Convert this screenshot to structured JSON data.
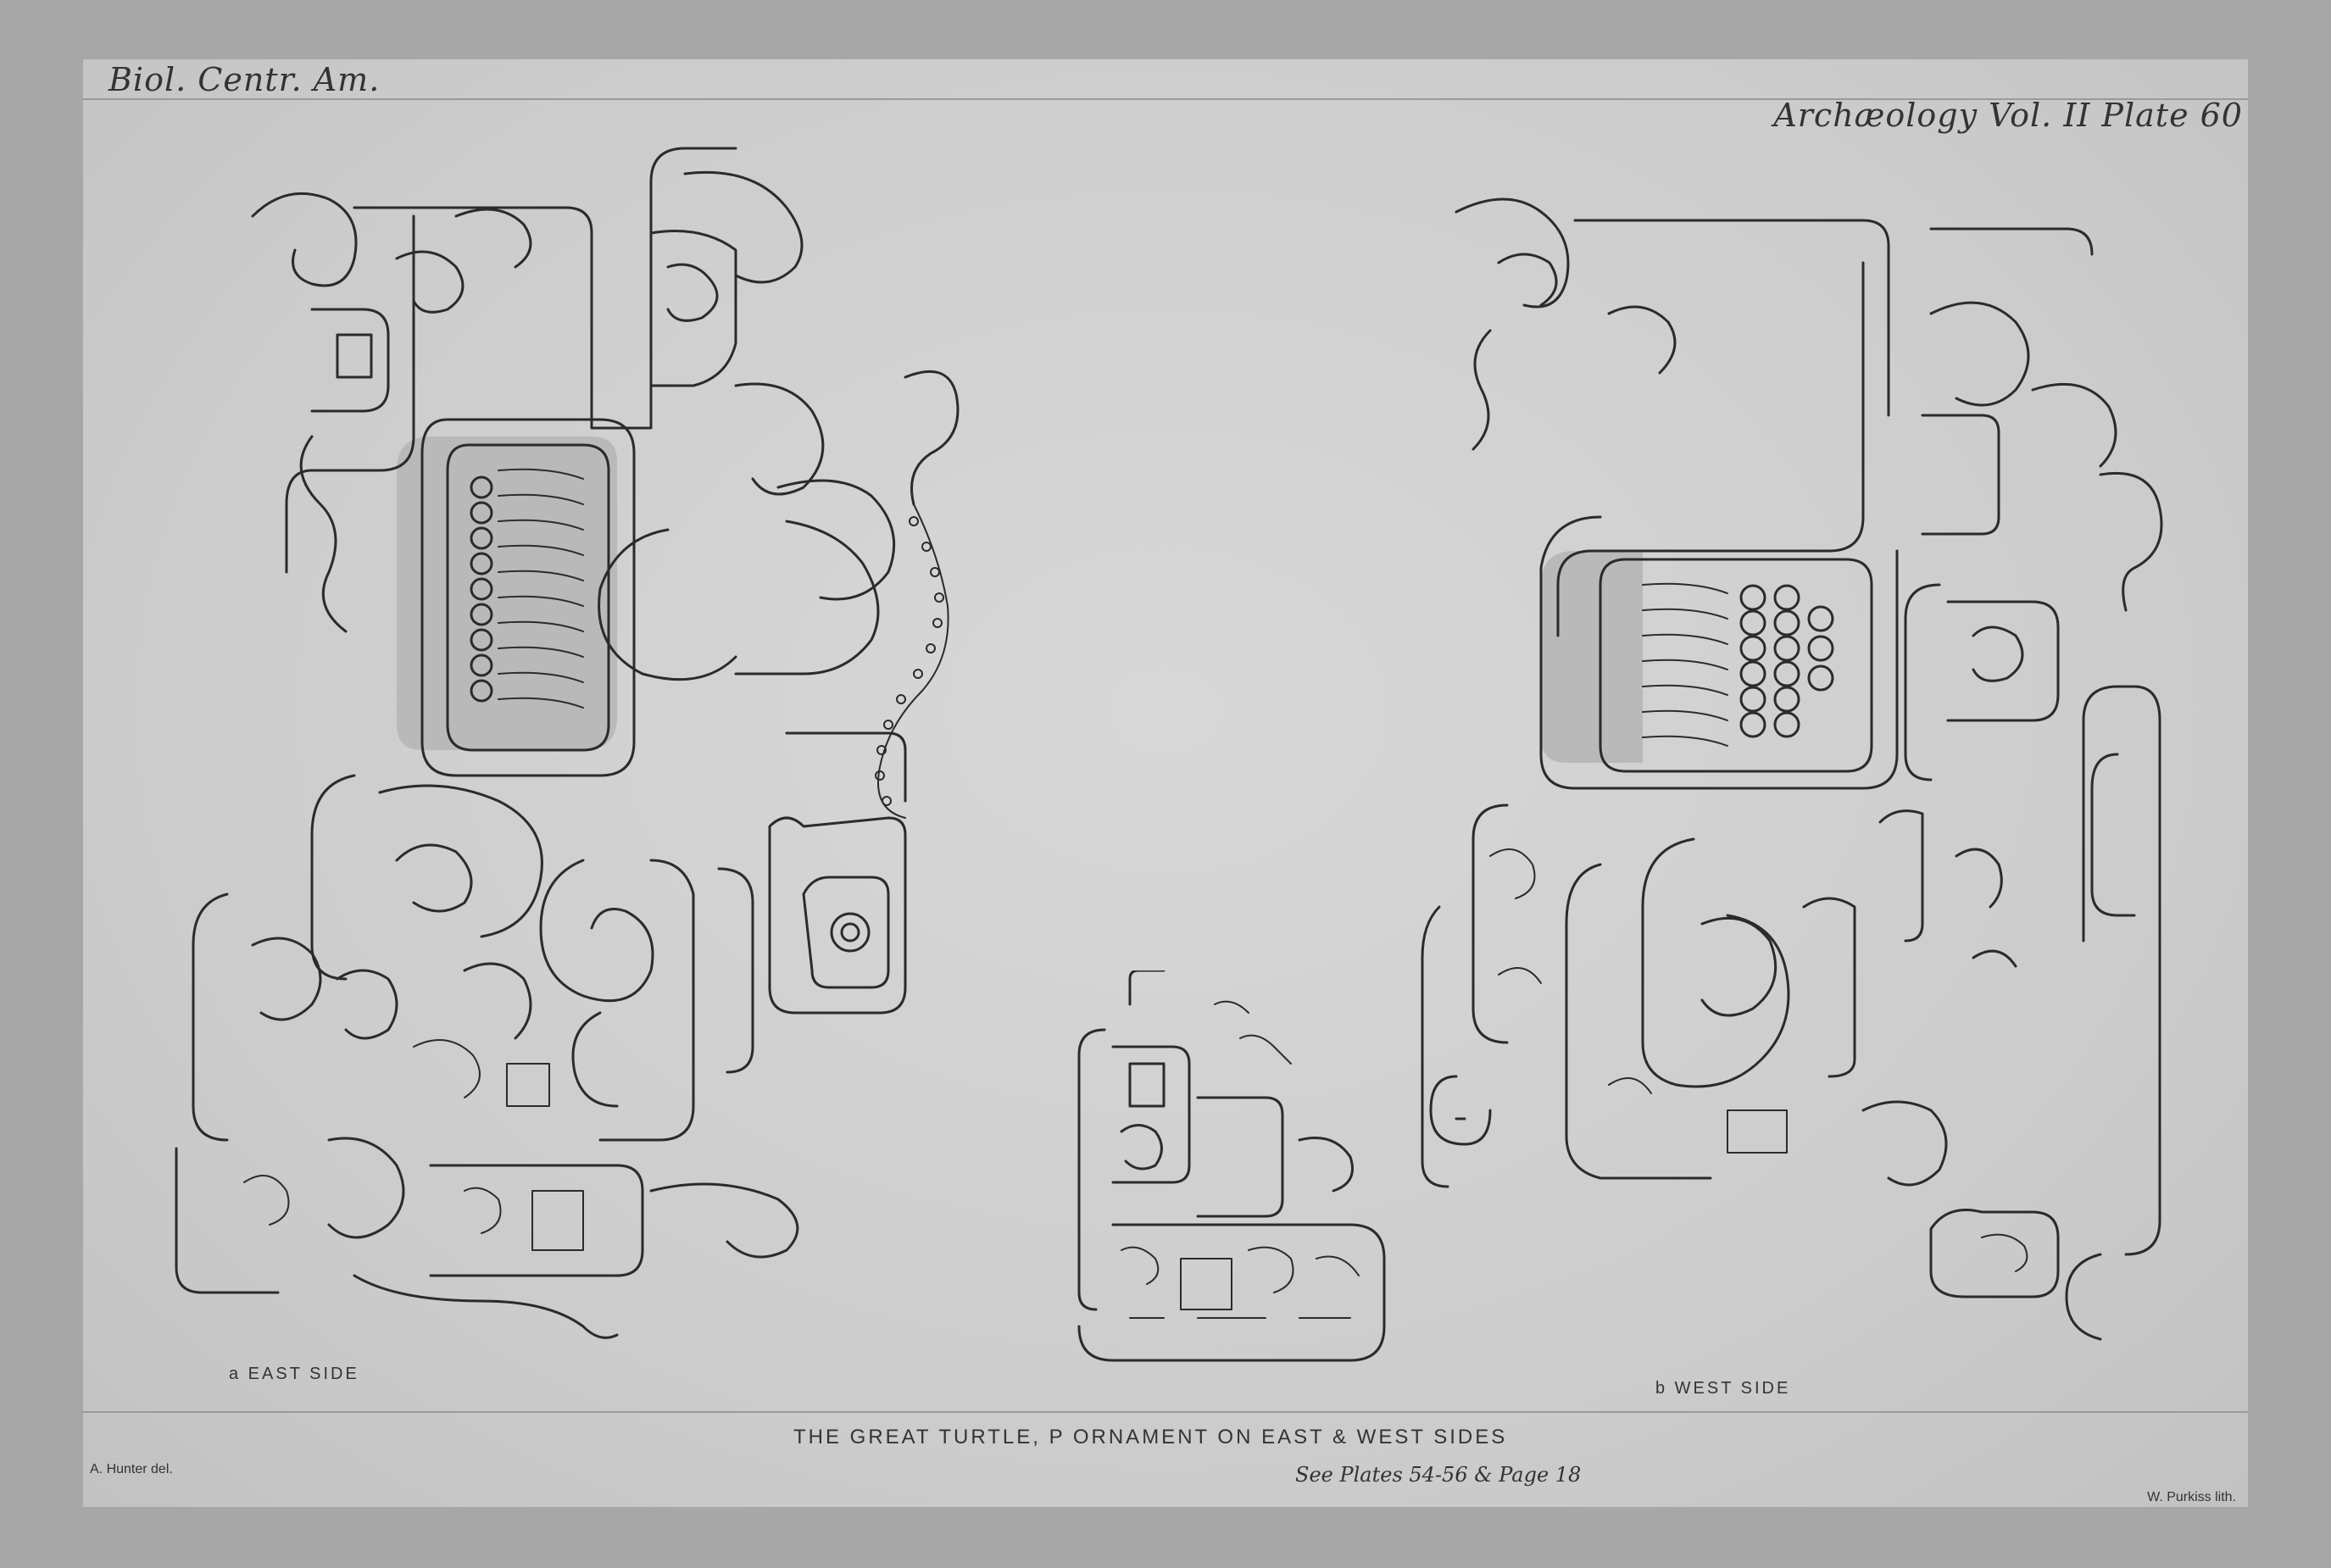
{
  "header": {
    "left": "Biol. Centr. Am.",
    "right": "Archæology Vol. II Plate 60"
  },
  "captions": {
    "east_side": "a  EAST SIDE",
    "west_side": "b  WEST SIDE",
    "title": "THE GREAT TURTLE, P  ORNAMENT ON EAST & WEST SIDES",
    "see_reference": "See Plates 54-56 & Page 18",
    "delineator": "A. Hunter del.",
    "lithographer": "W. Purkiss lith."
  },
  "colors": {
    "background": "#a7a7a7",
    "plate": "#cfcfcf",
    "ink": "#2b2b2b"
  },
  "figures": [
    {
      "id": "east-side-carving",
      "description_label": "a"
    },
    {
      "id": "detail-fragment",
      "description_label": ""
    },
    {
      "id": "west-side-carving",
      "description_label": "b"
    }
  ]
}
